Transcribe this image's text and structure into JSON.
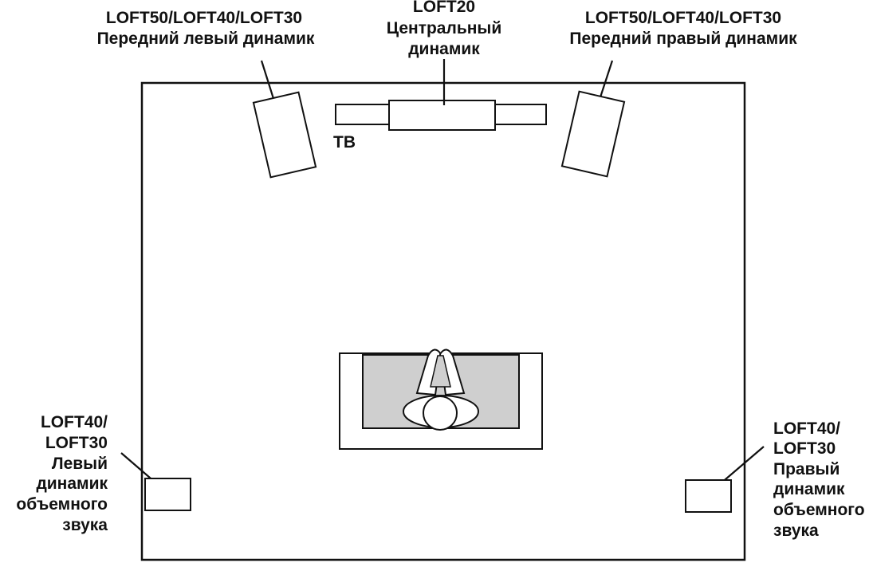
{
  "speakers": {
    "front_left": {
      "model": "LOFT50/LOFT40/LOFT30",
      "name": "Передний левый динамик"
    },
    "center": {
      "model": "LOFT20",
      "name_line1": "Центральный",
      "name_line2": "динамик"
    },
    "front_right": {
      "model": "LOFT50/LOFT40/LOFT30",
      "name": "Передний правый динамик"
    },
    "surround_left": {
      "model_line1": "LOFT40/",
      "model_line2": "LOFT30",
      "name_line1": "Левый",
      "name_line2": "динамик",
      "name_line3": "объемного",
      "name_line4": "звука"
    },
    "surround_right": {
      "model_line1": "LOFT40/",
      "model_line2": "LOFT30",
      "name_line1": "Правый",
      "name_line2": "динамик",
      "name_line3": "объемного",
      "name_line4": "звука"
    }
  },
  "tv": {
    "label": "ТВ"
  }
}
